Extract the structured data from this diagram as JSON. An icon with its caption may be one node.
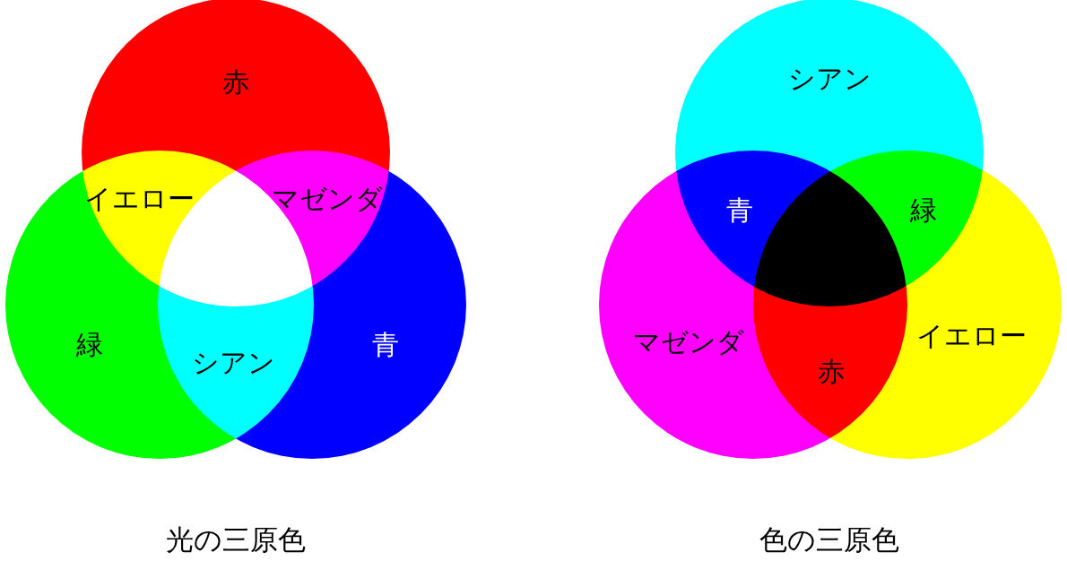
{
  "diagram": {
    "nodes": [
      {
        "text": [
          "赤"
        ]
      },
      {
        "text": [
          "緑"
        ]
      },
      {
        "text": [
          "青"
        ]
      },
      {
        "text": [
          "シアン"
        ]
      },
      {
        "text": [
          "マゼンダ"
        ]
      },
      {
        "text": [
          "イエロー"
        ]
      }
    ],
    "labels": [
      "イエロー",
      "マゼンダ",
      "シアン",
      "光の三原色",
      "青",
      "緑",
      "赤",
      "色の三原色"
    ]
  }
}
